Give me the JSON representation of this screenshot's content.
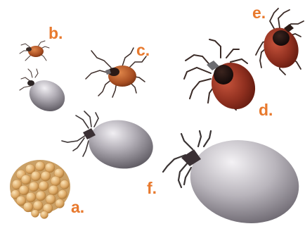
{
  "figure": {
    "accent_color": "#e8792d",
    "labels": {
      "a": "a.",
      "b": "b.",
      "c": "c.",
      "d": "d.",
      "e": "e.",
      "f": "f."
    }
  }
}
